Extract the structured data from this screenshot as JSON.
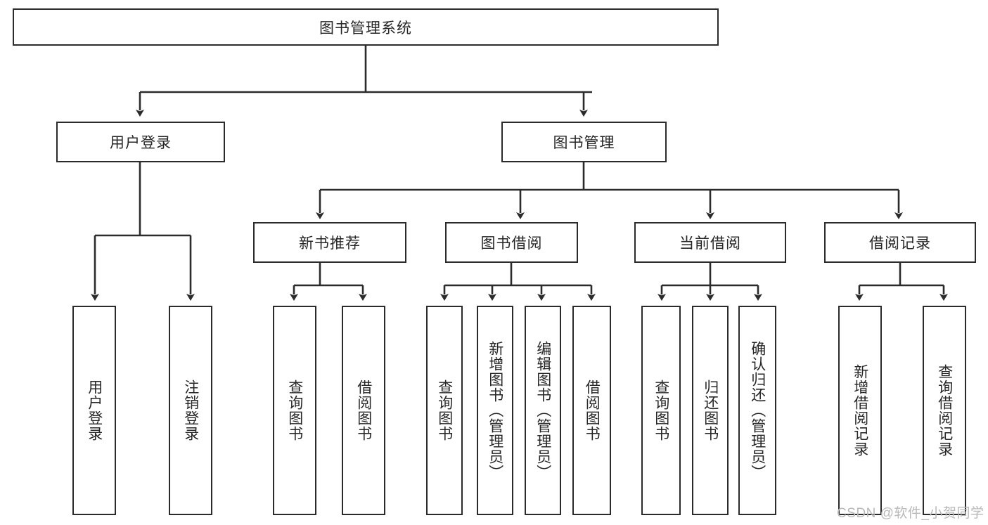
{
  "diagram": {
    "title": "图书管理系统",
    "type": "tree-hierarchy",
    "root": {
      "label": "图书管理系统"
    },
    "level1": [
      {
        "label": "用户登录"
      },
      {
        "label": "图书管理"
      }
    ],
    "level2": [
      {
        "label": "新书推荐"
      },
      {
        "label": "图书借阅"
      },
      {
        "label": "当前借阅"
      },
      {
        "label": "借阅记录"
      }
    ],
    "leaves": {
      "user_login": [
        {
          "label": "用户登录"
        },
        {
          "label": "注销登录"
        }
      ],
      "new_book_recommend": [
        {
          "label": "查询图书"
        },
        {
          "label": "借阅图书"
        }
      ],
      "book_borrow": [
        {
          "label": "查询图书"
        },
        {
          "label": "新增图书（管理员）"
        },
        {
          "label": "编辑图书（管理员）"
        },
        {
          "label": "借阅图书"
        }
      ],
      "current_borrow": [
        {
          "label": "查询图书"
        },
        {
          "label": "归还图书"
        },
        {
          "label": "确认归还（管理员）"
        }
      ],
      "borrow_record": [
        {
          "label": "新增借阅记录"
        },
        {
          "label": "查询借阅记录"
        }
      ]
    }
  },
  "watermark": {
    "text": "CSDN @软件_小贺同学"
  },
  "colors": {
    "border": "#2b2b2b",
    "text": "#262626",
    "background": "#ffffff",
    "watermark": "#b9b9b9"
  }
}
